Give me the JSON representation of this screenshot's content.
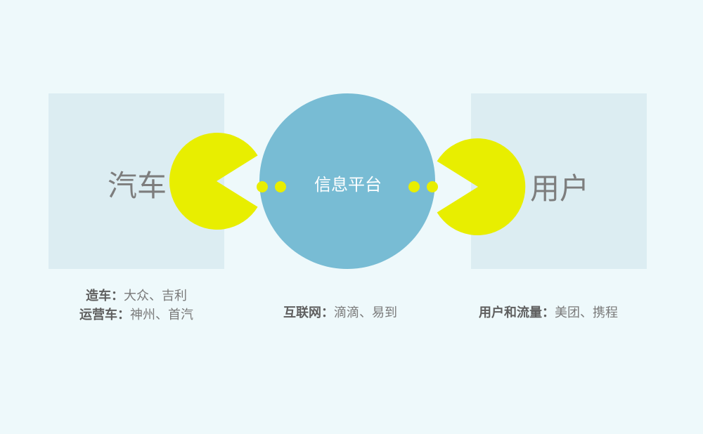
{
  "left": {
    "title": "汽车",
    "lines": [
      {
        "key": "造车：",
        "value": "大众、吉利"
      },
      {
        "key": "运营车：",
        "value": "神州、首汽"
      }
    ]
  },
  "center": {
    "title": "信息平台",
    "line": {
      "key": "互联网：",
      "value": "滴滴、易到"
    }
  },
  "right": {
    "title": "用户",
    "line": {
      "key": "用户和流量：",
      "value": "美团、携程"
    }
  },
  "colors": {
    "background": "#eef9fb",
    "box": "#dcedf2",
    "circle": "#78bcd4",
    "pacman": "#e8ee00",
    "label": "#7d7d7d"
  }
}
